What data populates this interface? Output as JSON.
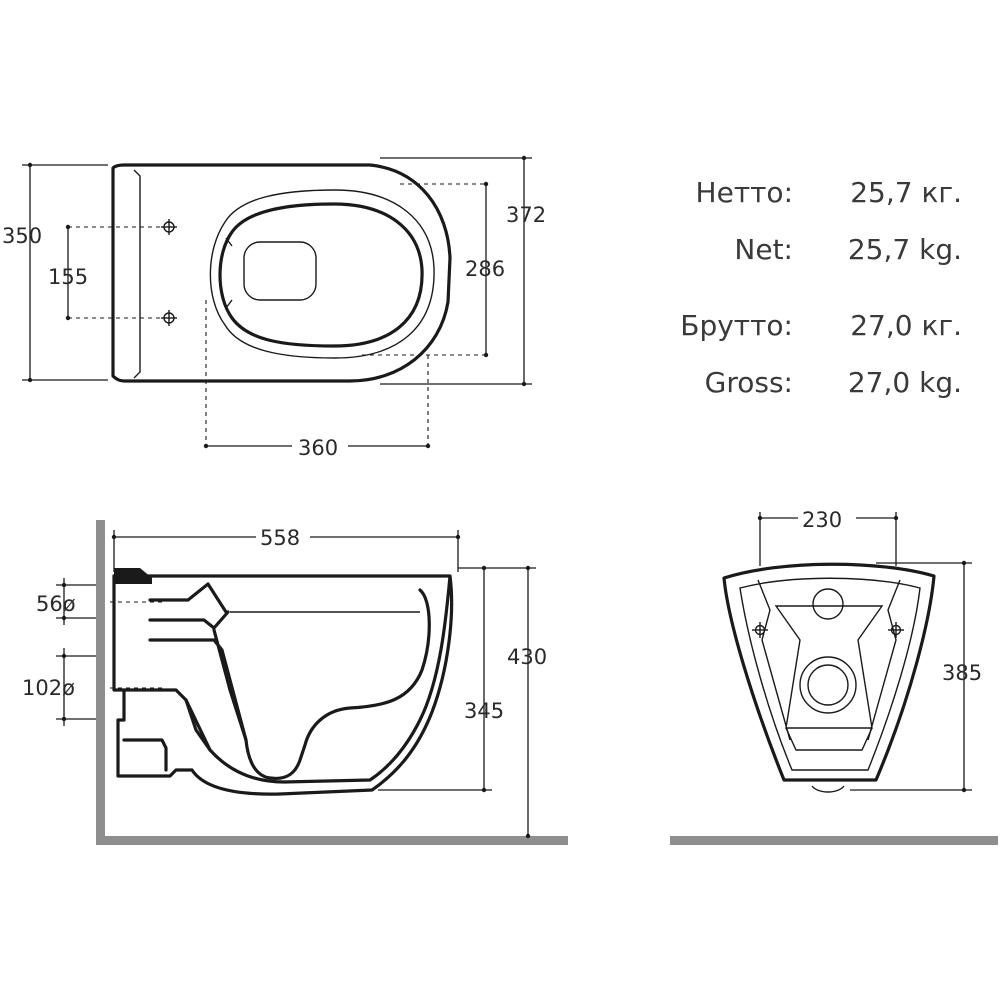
{
  "top_view": {
    "dim_350": "350",
    "dim_155": "155",
    "dim_372": "372",
    "dim_286": "286",
    "dim_360": "360"
  },
  "side_view": {
    "dim_558": "558",
    "dim_56": "56ø",
    "dim_102": "102ø",
    "dim_430": "430",
    "dim_345": "345"
  },
  "back_view": {
    "dim_230": "230",
    "dim_385": "385"
  },
  "weights": [
    {
      "label": "Нетто:",
      "value": "25,7 кг."
    },
    {
      "label": "Net:",
      "value": "25,7 kg."
    },
    {
      "label": "Брутто:",
      "value": "27,0 кг."
    },
    {
      "label": "Gross:",
      "value": "27,0 kg."
    }
  ],
  "colors": {
    "line": "#1a1a1a",
    "wall": "#8e8e8e",
    "text": "#2a2a2a"
  }
}
